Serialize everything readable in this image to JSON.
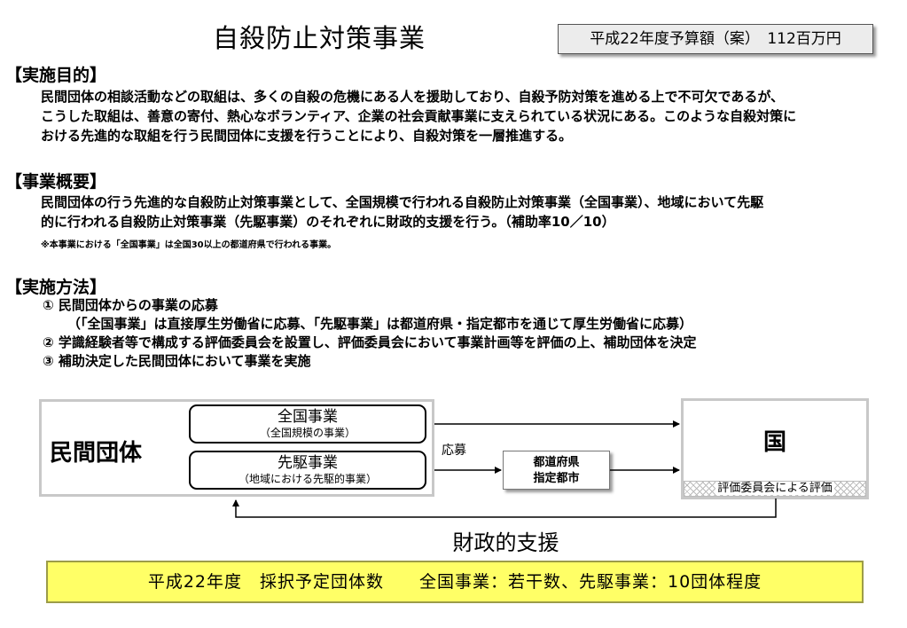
{
  "header": {
    "title": "自殺防止対策事業",
    "budget": "平成22年度予算額（案）　112百万円"
  },
  "purpose": {
    "heading": "【実施目的】",
    "lines": [
      "民間団体の相談活動などの取組は、多くの自殺の危機にある人を援助しており、自殺予防対策を進める上で不可欠であるが、",
      "こうした取組は、善意の寄付、熱心なボランティア、企業の社会貢献事業に支えられている状況にある。このような自殺対策に",
      "おける先進的な取組を行う民間団体に支援を行うことにより、自殺対策を一層推進する。"
    ]
  },
  "overview": {
    "heading": "【事業概要】",
    "lines": [
      "民間団体の行う先進的な自殺防止対策事業として、全国規模で行われる自殺防止対策事業（全国事業）、地域において先駆",
      "的に行われる自殺防止対策事業（先駆事業）のそれぞれに財政的支援を行う。（補助率10／10）"
    ],
    "note": "※本事業における「全国事業」は全国30以上の都道府県で行われる事業。"
  },
  "method": {
    "heading": "【実施方法】",
    "items": [
      "①  民間団体からの事業の応募",
      "（「全国事業」は直接厚生労働省に応募、「先駆事業」は都道府県・指定都市を通じて厚生労働省に応募）",
      "②  学識経験者等で構成する評価委員会を設置し、評価委員会において事業計画等を評価の上、補助団体を決定",
      "③  補助決定した民間団体において事業を実施"
    ]
  },
  "diagram": {
    "private_org": "民間団体",
    "national_project": {
      "title": "全国事業",
      "subtitle": "（全国規模の事業）"
    },
    "pioneer_project": {
      "title": "先駆事業",
      "subtitle": "（地域における先駆的事業）"
    },
    "apply_label": "応募",
    "prefecture_line1": "都道府県",
    "prefecture_line2": "指定都市",
    "country": "国",
    "evaluation": "評価委員会による評価",
    "support_label": "財政的支援"
  },
  "footer": {
    "summary": "平成22年度　採択予定団体数　　全国事業：若干数、先駆事業：10団体程度"
  }
}
